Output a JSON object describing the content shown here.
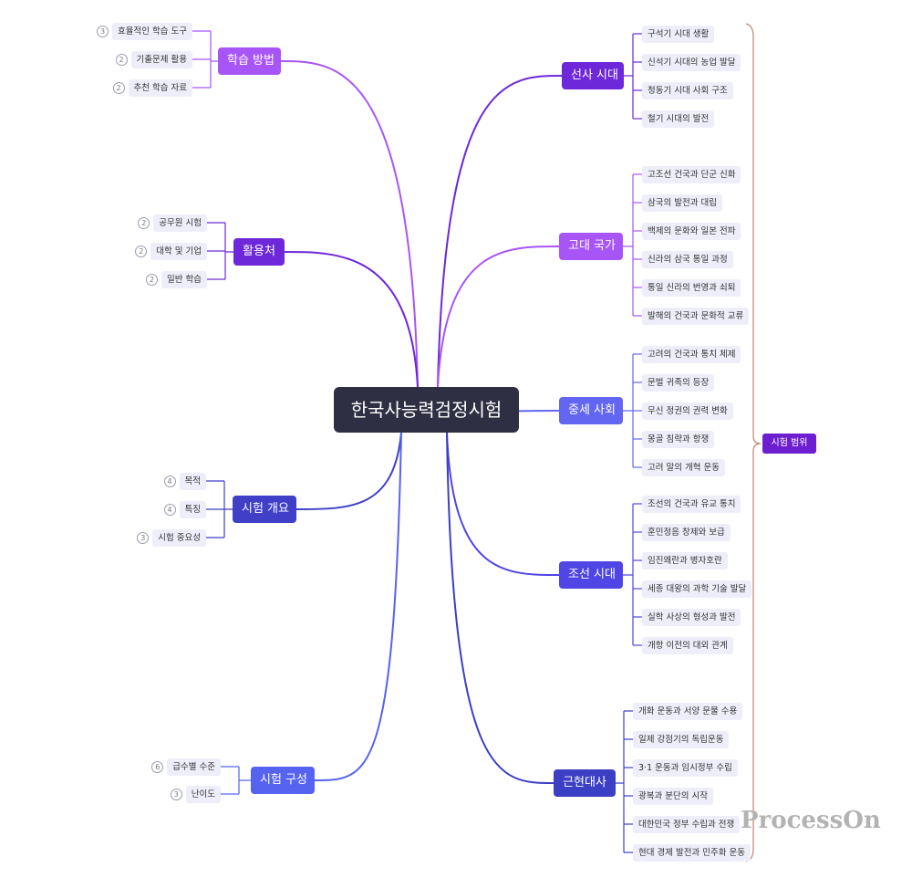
{
  "root": "한국사능력검정시험",
  "summary_label": "시험 범위",
  "watermark": "ProcessOn",
  "left": [
    {
      "id": "study",
      "label": "학습 방법",
      "color": "#a855f7",
      "items": [
        {
          "badge": "3",
          "text": "효율적인 학습 도구"
        },
        {
          "badge": "2",
          "text": "기출문제 활용"
        },
        {
          "badge": "2",
          "text": "추천 학습 자료"
        }
      ]
    },
    {
      "id": "use",
      "label": "활용처",
      "color": "#6d28d9",
      "items": [
        {
          "badge": "2",
          "text": "공무원 시험"
        },
        {
          "badge": "2",
          "text": "대학 및 기업"
        },
        {
          "badge": "2",
          "text": "일반 학습"
        }
      ]
    },
    {
      "id": "overview",
      "label": "시험 개요",
      "color": "#3f3fc8",
      "items": [
        {
          "badge": "4",
          "text": "목적"
        },
        {
          "badge": "4",
          "text": "특징"
        },
        {
          "badge": "3",
          "text": "시험 중요성"
        }
      ]
    },
    {
      "id": "structure",
      "label": "시험 구성",
      "color": "#5563f0",
      "items": [
        {
          "badge": "6",
          "text": "급수별 수준"
        },
        {
          "badge": "3",
          "text": "난이도"
        }
      ]
    }
  ],
  "right": [
    {
      "id": "prehistory",
      "label": "선사 시대",
      "color": "#6d28d9",
      "items": [
        "구석기 시대 생활",
        "신석기 시대의 농업 발달",
        "청동기 시대 사회 구조",
        "철기 시대의 발전"
      ]
    },
    {
      "id": "ancient",
      "label": "고대 국가",
      "color": "#a855f7",
      "items": [
        "고조선 건국과 단군 신화",
        "삼국의 발전과 대립",
        "백제의 문화와 일본 전파",
        "신라의 삼국 통일 과정",
        "통일 신라의 번영과 쇠퇴",
        "발해의 건국과 문화적 교류"
      ]
    },
    {
      "id": "medieval",
      "label": "중세 사회",
      "color": "#6366f1",
      "items": [
        "고려의 건국과 통치 체제",
        "문벌 귀족의 등장",
        "무신 정권의 권력 변화",
        "몽골 침략과 항쟁",
        "고려 말의 개혁 운동"
      ]
    },
    {
      "id": "joseon",
      "label": "조선 시대",
      "color": "#4f46e5",
      "items": [
        "조선의 건국과 유교 통치",
        "훈민정음 창제와 보급",
        "임진왜란과 병자호란",
        "세종 대왕의 과학 기술 발달",
        "실학 사상의 형성과 발전",
        "개항 이전의 대외 관계"
      ]
    },
    {
      "id": "modern",
      "label": "근현대사",
      "color": "#3b3fc4",
      "items": [
        "개화 운동과 서양 문물 수용",
        "일제 강점기의 독립운동",
        "3·1 운동과 임시정부 수립",
        "광복과 분단의 시작",
        "대한민국 정부 수립과 전쟁",
        "현대 경제 발전과 민주화 운동"
      ]
    }
  ]
}
